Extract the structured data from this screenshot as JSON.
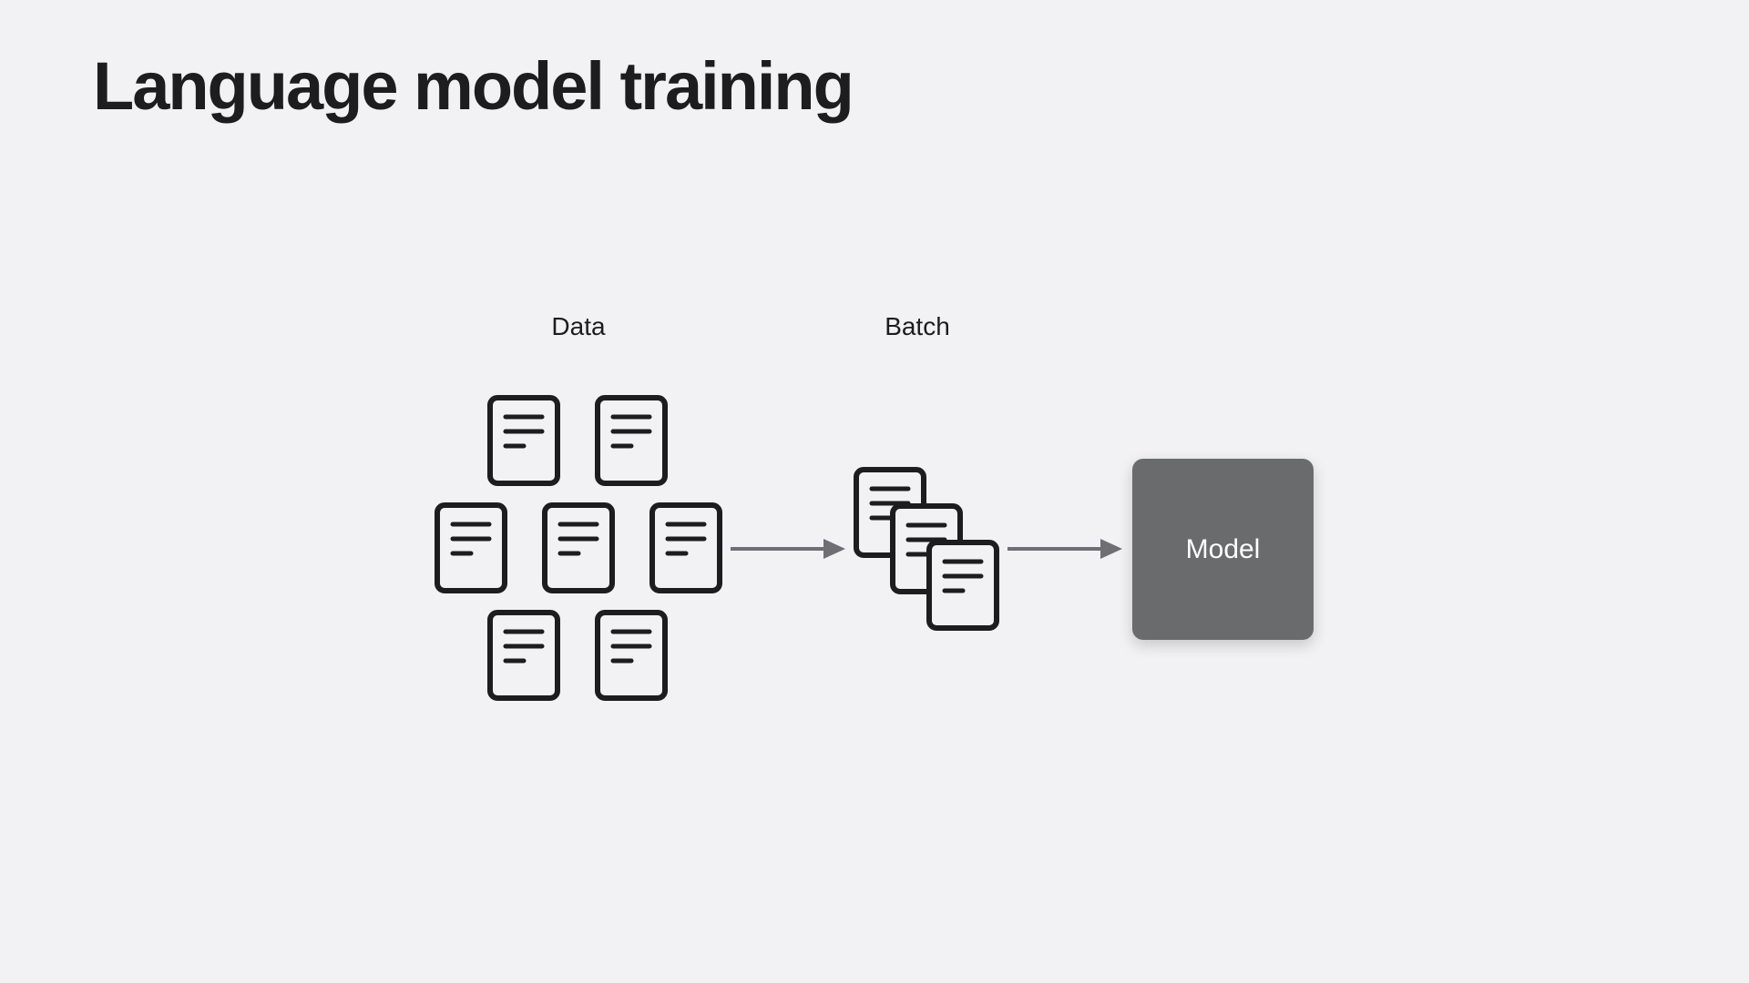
{
  "slide": {
    "title": "Language model training"
  },
  "diagram": {
    "data_label": "Data",
    "batch_label": "Batch",
    "model_label": "Model",
    "data_document_count": 7,
    "batch_document_count": 3,
    "colors": {
      "background": "#f2f2f4",
      "icon_stroke": "#1d1d1f",
      "arrow": "#6e6e73",
      "model_box": "#6a6b6d",
      "model_text": "#ffffff"
    },
    "icons": {
      "document": "document-icon",
      "arrow": "arrow-right-icon"
    }
  }
}
